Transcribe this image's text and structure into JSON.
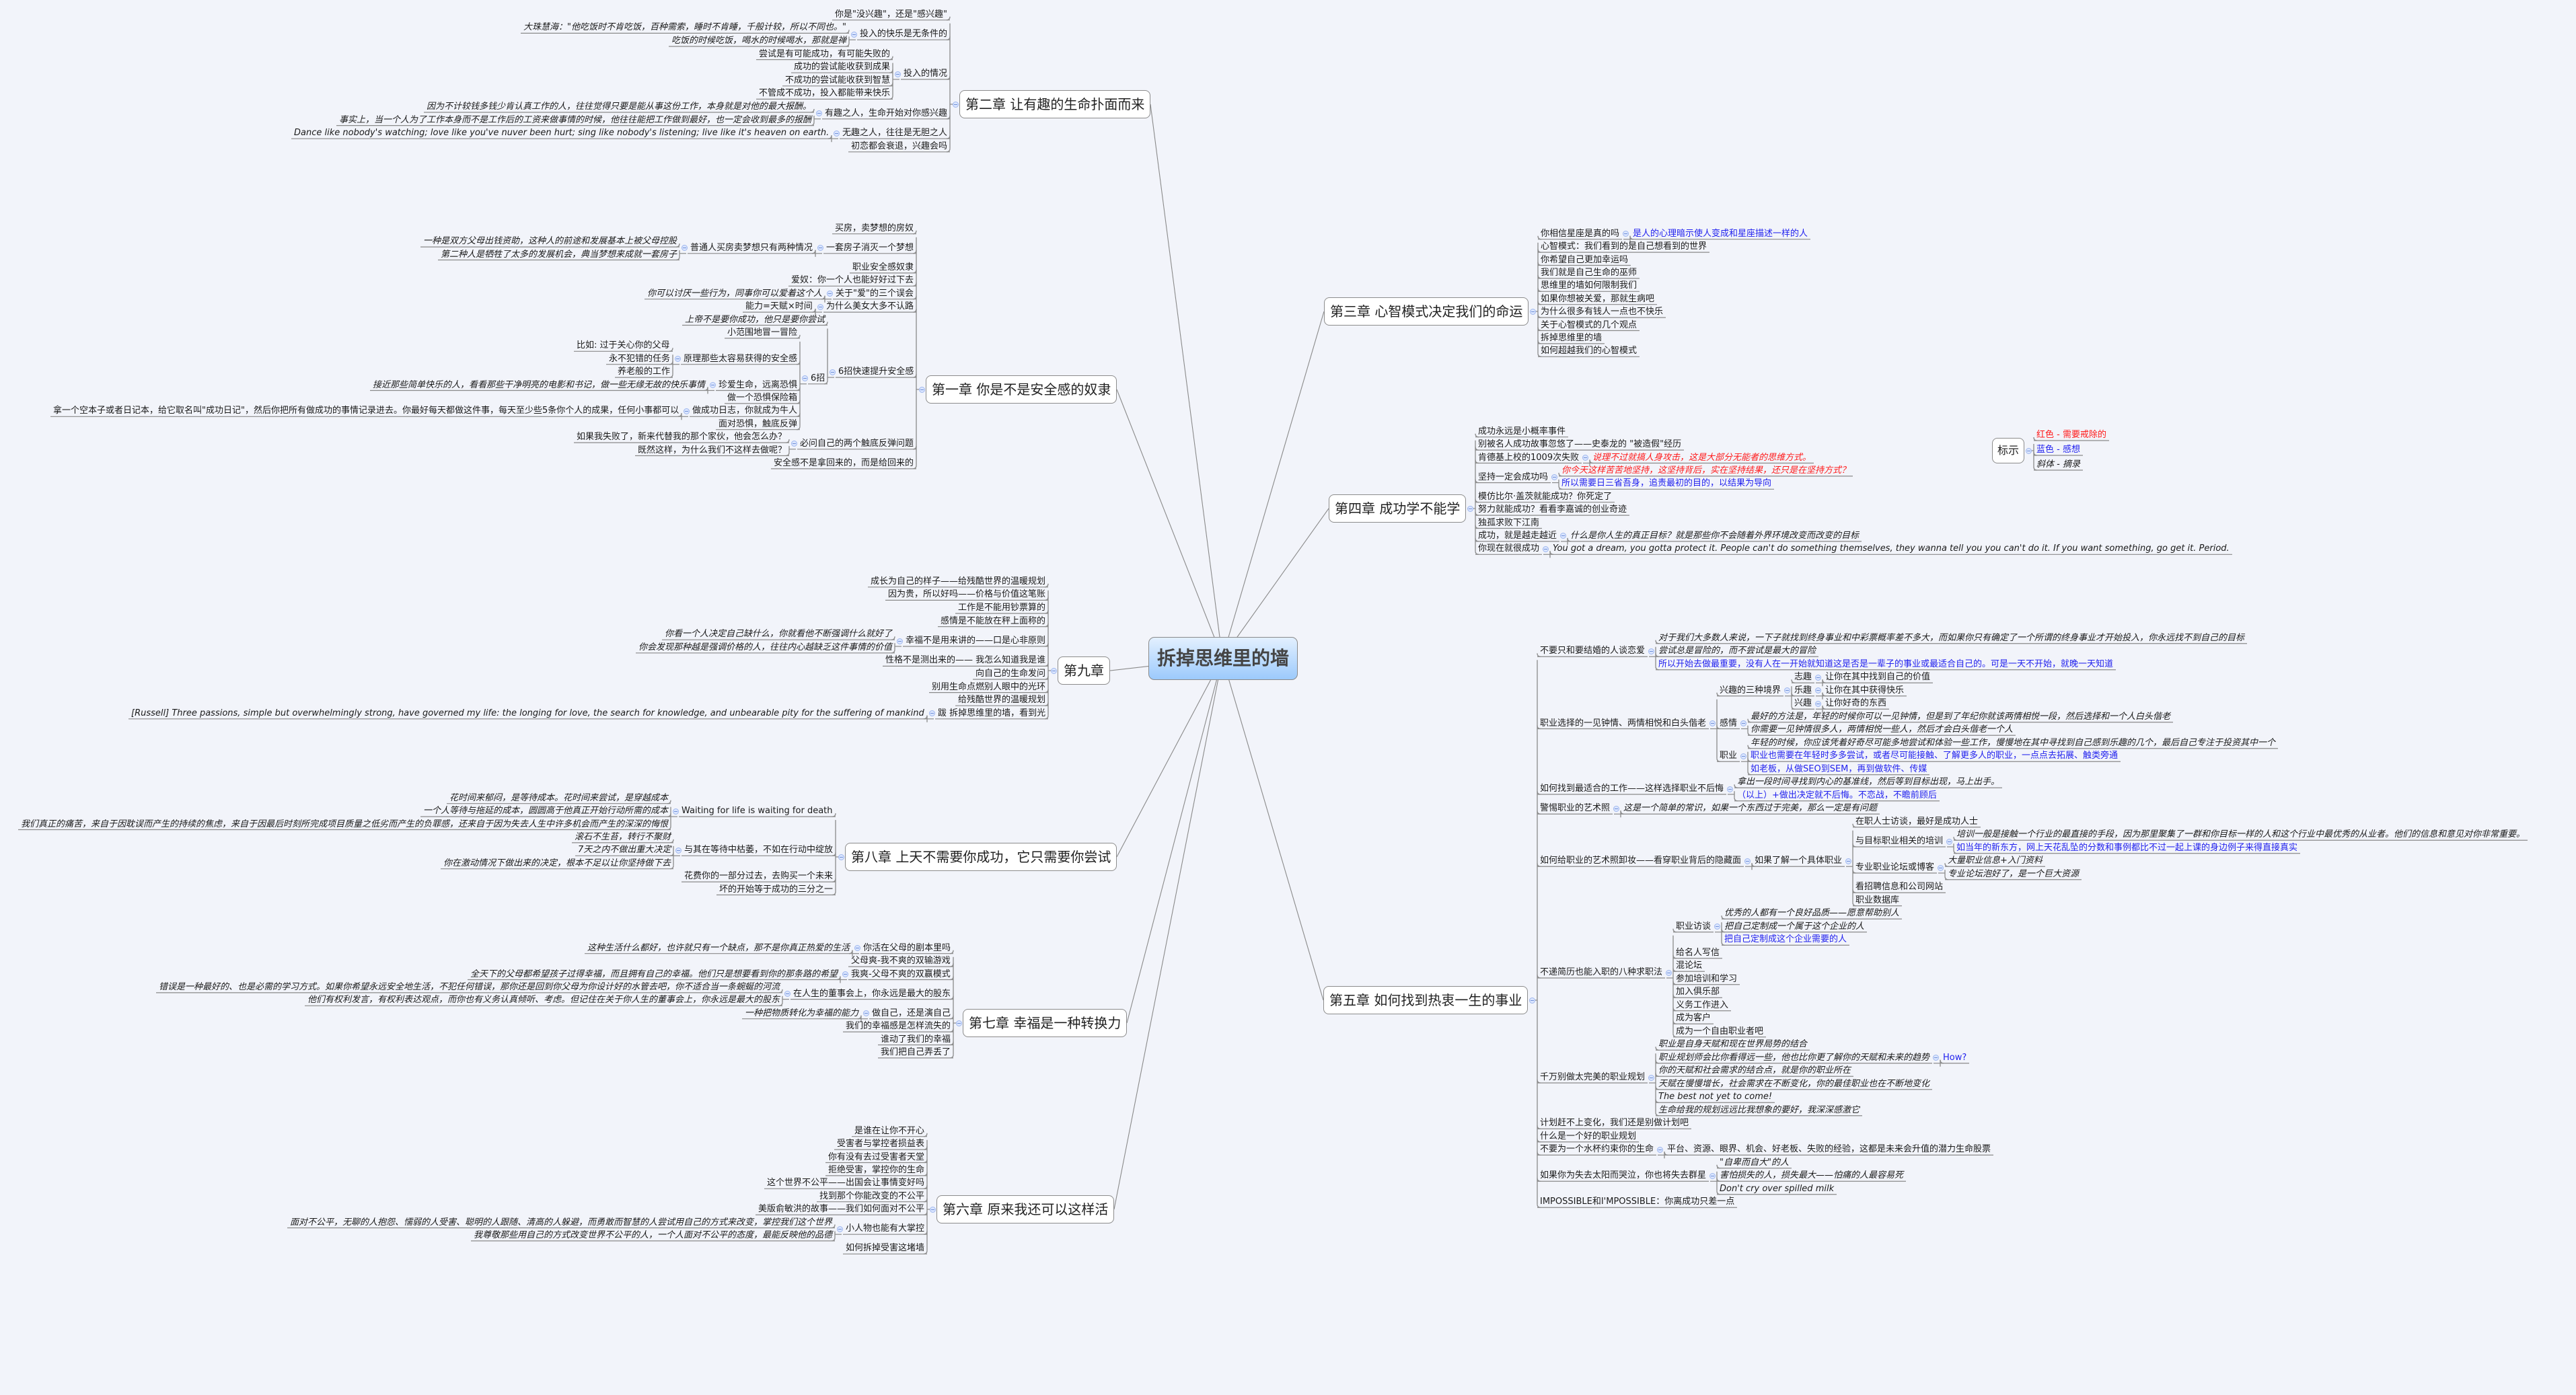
{
  "root": {
    "label": "拆掉思维里的墙"
  },
  "legend": {
    "label": "标示",
    "items": [
      {
        "text": "红色 - 需要戒除的",
        "color": "red"
      },
      {
        "text": "蓝色 - 感想",
        "color": "blue"
      },
      {
        "text": "斜体 - 摘录",
        "italic": true
      }
    ]
  },
  "colors": {
    "red": "#ff1a1a",
    "blue": "#2222ee",
    "root_top": "#e3f0ff",
    "root_bottom": "#9ccafc",
    "background": "#f2f4fa"
  },
  "chapters": {
    "ch2": {
      "label": "第二章 让有趣的生命扑面而来",
      "items": [
        {
          "text": "你是\"没兴趣\"，还是\"感兴趣\""
        },
        {
          "text": "投入的快乐是无条件的",
          "children": [
            {
              "text": "大珠慧海：\"他吃饭时不肯吃饭，百种需索，睡时不肯睡，千般计较，所以不同也。\"",
              "italic": true
            },
            {
              "text": "吃饭的时候吃饭，喝水的时候喝水，那就是禅",
              "italic": true
            }
          ]
        },
        {
          "text": "投入的情况",
          "children": [
            {
              "text": "尝试是有可能成功，有可能失败的"
            },
            {
              "text": "成功的尝试能收获到成果"
            },
            {
              "text": "不成功的尝试能收获到智慧"
            },
            {
              "text": "不管成不成功，投入都能带来快乐"
            }
          ]
        },
        {
          "text": "有趣之人，生命开始对你感兴趣",
          "children": [
            {
              "text": "因为不计较钱多钱少肯认真工作的人，往往觉得只要是能从事这份工作，本身就是对他的最大报酬。",
              "italic": true
            },
            {
              "text": "事实上，当一个人为了工作本身而不是工作后的工资来做事情的时候，他往往能把工作做到最好，也一定会收到最多的报酬",
              "italic": true
            }
          ]
        },
        {
          "text": "无趣之人，往往是无胆之人",
          "children": [
            {
              "text": "Dance like nobody's watching; love like you've nuver been hurt; sing like nobody's listening; live like it's heaven on earth.",
              "italic": true
            }
          ]
        },
        {
          "text": "初恋都会衰退，兴趣会吗"
        }
      ]
    },
    "ch1": {
      "label": "第一章 你是不是安全感的奴隶",
      "items": [
        {
          "text": "买房，卖梦想的房奴"
        },
        {
          "text": "一套房子消灭一个梦想",
          "children": [
            {
              "text": "普通人买房卖梦想只有两种情况",
              "children": [
                {
                  "text": "一种是双方父母出钱资助，这种人的前途和发展基本上被父母控股",
                  "italic": true
                },
                {
                  "text": "第二种人是牺牲了太多的发展机会，典当梦想来成就一套房子",
                  "italic": true
                }
              ]
            }
          ]
        },
        {
          "text": "职业安全感奴隶"
        },
        {
          "text": "爱奴：你一个人也能好好过下去"
        },
        {
          "text": "关于\"爱\"的三个误会",
          "children": [
            {
              "text": "你可以讨厌一些行为，同事你可以爱着这个人",
              "italic": true
            }
          ]
        },
        {
          "text": "为什么美女大多不认路",
          "children": [
            {
              "text": "能力=天赋×时间"
            }
          ]
        },
        {
          "text": "6招快速提升安全感",
          "children": [
            {
              "text": "上帝不是要你成功，他只是要你尝试",
              "italic": true
            },
            {
              "text": "6招",
              "children": [
                {
                  "text": "小范围地冒一冒险"
                },
                {
                  "text": "原理那些太容易获得的安全感",
                  "children": [
                    {
                      "text": "比如: 过于关心你的父母"
                    },
                    {
                      "text": "永不犯错的任务"
                    },
                    {
                      "text": "养老般的工作"
                    }
                  ]
                },
                {
                  "text": "珍爱生命，远离恐惧",
                  "children": [
                    {
                      "text": "接近那些简单快乐的人，看看那些干净明亮的电影和书记，做一些无缘无故的快乐事情",
                      "italic": true
                    }
                  ]
                },
                {
                  "text": "做一个恐惧保险箱"
                },
                {
                  "text": "做成功日志，你就成为牛人",
                  "children": [
                    {
                      "text": "拿一个空本子或者日记本，给它取名叫\"成功日记\"，然后你把所有做成功的事情记录进去。你最好每天都做这件事，每天至少些5条你个人的成果，任何小事都可以"
                    }
                  ]
                },
                {
                  "text": "面对恐惧，触底反弹"
                }
              ]
            }
          ]
        },
        {
          "text": "必问自己的两个触底反弹问题",
          "children": [
            {
              "text": "如果我失败了，新来代替我的那个家伙，他会怎么办？"
            },
            {
              "text": "既然这样，为什么我们不这样去做呢？"
            }
          ]
        },
        {
          "text": "安全感不是拿回来的，而是给回来的"
        }
      ]
    },
    "ch9": {
      "label": "第九章",
      "items": [
        {
          "text": "成长为自己的样子——给残酷世界的温暖规划"
        },
        {
          "text": "因为贵，所以好吗——价格与价值这笔账"
        },
        {
          "text": "工作是不能用钞票算的"
        },
        {
          "text": "感情是不能放在秤上面称的"
        },
        {
          "text": "幸福不是用来讲的——口是心非原则",
          "children": [
            {
              "text": "你看一个人决定自己缺什么，你就看他不断强调什么就好了",
              "italic": true
            },
            {
              "text": "你会发现那种越是强调价格的人，往往内心越缺乏这件事情的价值",
              "italic": true
            }
          ]
        },
        {
          "text": "性格不是测出来的—— 我怎么知道我是谁"
        },
        {
          "text": "向自己的生命发问"
        },
        {
          "text": "别用生命点燃别人眼中的光环"
        },
        {
          "text": "给残酷世界的温暖规划"
        },
        {
          "text": "跋 拆掉思维里的墙，看到光",
          "children": [
            {
              "text": "[Russell] Three passions, simple but overwhelmingly strong, have governed my life: the longing for love, the search for knowledge, and unbearable pity for the suffering of mankind",
              "italic": true
            }
          ]
        }
      ]
    },
    "ch8": {
      "label": "第八章 上天不需要你成功，它只需要你尝试",
      "items": [
        {
          "text": "Waiting for life is waiting for death",
          "children": [
            {
              "text": "花时间来郁闷，是等待成本。花时间来尝试，是穿越成本",
              "italic": true
            },
            {
              "text": "一个人等待与拖延的成本，圆圆高于他真正开始行动所需的成本",
              "italic": true
            },
            {
              "text": "我们真正的痛苦，来自于因耽误而产生的持续的焦虑，来自于因最后时刻所完成项目质量之低劣而产生的负罪感，还来自于因为失去人生中许多机会而产生的深深的悔恨",
              "italic": true
            }
          ]
        },
        {
          "text": "与其在等待中枯萎，不如在行动中绽放",
          "children": [
            {
              "text": "滚石不生苔，转行不聚财",
              "italic": true
            },
            {
              "text": "7天之内不做出重大决定",
              "italic": true
            },
            {
              "text": "你在激动情况下做出来的决定，根本不足以让你坚持做下去",
              "italic": true
            }
          ]
        },
        {
          "text": "花费你的一部分过去，去购买一个未来"
        },
        {
          "text": "坏的开始等于成功的三分之一"
        }
      ]
    },
    "ch7": {
      "label": "第七章 幸福是一种转换力",
      "items": [
        {
          "text": "你活在父母的剧本里吗",
          "children": [
            {
              "text": "这种生活什么都好，也许就只有一个缺点，那不是你真正热爱的生活",
              "italic": true
            }
          ]
        },
        {
          "text": "父母爽-我不爽的双输游戏"
        },
        {
          "text": "我爽-父母不爽的双赢模式",
          "children": [
            {
              "text": "全天下的父母都希望孩子过得幸福，而且拥有自己的幸福。他们只是想要看到你的那条路的希望",
              "italic": true
            }
          ]
        },
        {
          "text": "在人生的董事会上，你永远是最大的股东",
          "children": [
            {
              "text": "错误是一种最好的、也是必需的学习方式。如果你希望永远安全地生活，不犯任何错误，那你还是回到你父母为你设计好的水管去吧，你不适合当一条蜿蜒的河流",
              "italic": true
            },
            {
              "text": "他们有权利发言，有权利表达观点，而你也有义务认真倾听、考虑。但记住在关于你人生的董事会上，你永远是最大的股东",
              "italic": true
            }
          ]
        },
        {
          "text": "做自己，还是演自己",
          "children": [
            {
              "text": "一种把物质转化为幸福的能力",
              "italic": true
            }
          ]
        },
        {
          "text": "我们的幸福感是怎样流失的"
        },
        {
          "text": "谁动了我们的幸福"
        },
        {
          "text": "我们把自己弄丢了"
        }
      ]
    },
    "ch6": {
      "label": "第六章 原来我还可以这样活",
      "items": [
        {
          "text": "是谁在让你不开心"
        },
        {
          "text": "受害者与掌控者损益表"
        },
        {
          "text": "你有没有去过受害者天堂"
        },
        {
          "text": "拒绝受害，掌控你的生命"
        },
        {
          "text": "这个世界不公平——出国会让事情变好吗"
        },
        {
          "text": "找到那个你能改变的不公平"
        },
        {
          "text": "美版俞敏洪的故事——我们如何面对不公平"
        },
        {
          "text": "小人物也能有大掌控",
          "children": [
            {
              "text": "面对不公平，无聊的人抱怨、懦弱的人受害、聪明的人跟随、清高的人躲避，而勇敢而智慧的人尝试用自己的方式来改变，掌控我们这个世界",
              "italic": true
            },
            {
              "text": "我尊敬那些用自己的方式改变世界不公平的人，一个人面对不公平的态度，最能反映他的品德",
              "italic": true
            }
          ]
        },
        {
          "text": "如何拆掉受害这堵墙"
        }
      ]
    },
    "ch3": {
      "label": "第三章 心智模式决定我们的命运",
      "items": [
        {
          "text": "你相信星座是真的吗",
          "children": [
            {
              "text": "是人的心理暗示使人变成和星座描述一样的人",
              "color": "blue"
            }
          ]
        },
        {
          "text": "心智模式：我们看到的是自己想看到的世界"
        },
        {
          "text": "你希望自己更加幸运吗"
        },
        {
          "text": "我们就是自己生命的巫师"
        },
        {
          "text": "思维里的墙如何限制我们"
        },
        {
          "text": "如果你想被关爱，那就生病吧"
        },
        {
          "text": "为什么很多有钱人一点也不快乐"
        },
        {
          "text": "关于心智模式的几个观点"
        },
        {
          "text": "拆掉思维里的墙"
        },
        {
          "text": "如何超越我们的心智模式"
        }
      ]
    },
    "ch4": {
      "label": "第四章 成功学不能学",
      "items": [
        {
          "text": "成功永远是小概率事件"
        },
        {
          "text": "别被名人成功故事忽悠了——史泰龙的 \"被造假\"经历"
        },
        {
          "text": "肯德基上校的1009次失败",
          "children": [
            {
              "text": "说理不过就搞人身攻击，这是大部分无能者的思维方式。",
              "italic": true,
              "color": "red"
            }
          ]
        },
        {
          "text": "坚持一定会成功吗",
          "children": [
            {
              "text": "你今天这样苦苦地坚持，这坚持背后，实在坚持结果，还只是在坚持方式？",
              "italic": true,
              "color": "red"
            },
            {
              "text": "所以需要日三省吾身，追责最初的目的，以结果为导向",
              "color": "blue"
            }
          ]
        },
        {
          "text": "模仿比尔·盖茨就能成功？你死定了"
        },
        {
          "text": "努力就能成功？看看李嘉诚的创业奇迹"
        },
        {
          "text": "独孤求败下江南"
        },
        {
          "text": "成功，就是越走越近",
          "children": [
            {
              "text": "什么是你人生的真正目标？就是那些你不会随着外界环境改变而改变的目标",
              "italic": true
            }
          ]
        },
        {
          "text": "你现在就很成功",
          "children": [
            {
              "text": "You got a dream, you gotta protect it. People can't do something themselves, they wanna tell you you can't do it. If you want something, go get it. Period.",
              "italic": true
            }
          ]
        }
      ]
    },
    "ch5": {
      "label": "第五章 如何找到热衷一生的事业",
      "items": [
        {
          "text": "不要只和要结婚的人谈恋爱",
          "children": [
            {
              "text": "对于我们大多数人来说，一下子就找到终身事业和中彩票概率差不多大，而如果你只有确定了一个所谓的终身事业才开始投入，你永远找不到自己的目标",
              "italic": true
            },
            {
              "text": "尝试总是冒险的，而不尝试是最大的冒险",
              "italic": true
            },
            {
              "text": "所以开始去做最重要，没有人在一开始就知道这是否是一辈子的事业或最适合自己的。可是一天不开始，就晚一天知道",
              "color": "blue"
            }
          ]
        },
        {
          "text": "职业选择的一见钟情、两情相悦和白头偕老",
          "children": [
            {
              "text": "兴趣的三种境界",
              "children": [
                {
                  "text": "志趣",
                  "children": [
                    {
                      "text": "让你在其中找到自己的价值"
                    }
                  ]
                },
                {
                  "text": "乐趣",
                  "children": [
                    {
                      "text": "让你在其中获得快乐"
                    }
                  ]
                },
                {
                  "text": "兴趣",
                  "children": [
                    {
                      "text": "让你好奇的东西"
                    }
                  ]
                }
              ]
            },
            {
              "text": "感情",
              "children": [
                {
                  "text": "最好的方法是，年轻的时候你可以一见钟情，但是到了年纪你就该两情相悦一段，然后选择和一个人白头偕老",
                  "italic": true
                },
                {
                  "text": "你需要一见钟情很多人，两情相悦一些人，然后才会白头偕老一个人",
                  "italic": true
                }
              ]
            },
            {
              "text": "职业",
              "children": [
                {
                  "text": "年轻的时候，你应该凭着好奇尽可能多地尝试和体验一些工作，慢慢地在其中寻找到自己感到乐趣的几个，最后自己专注于投资其中一个",
                  "italic": true
                },
                {
                  "text": "职业也需要在年轻时多多尝试，或者尽可能接触、了解更多人的职业，一点点去拓展、触类旁通",
                  "color": "blue"
                },
                {
                  "text": "如老板，从做SEO到SEM，再到做软件、传媒",
                  "color": "blue"
                }
              ]
            }
          ]
        },
        {
          "text": "如何找到最适合的工作——这样选择职业不后悔",
          "children": [
            {
              "text": "拿出一段时间寻找到内心的基准线，然后等到目标出现，马上出手。",
              "italic": true
            },
            {
              "text": "（以上）+做出决定就不后悔。不恋战，不瞻前顾后",
              "color": "blue"
            }
          ]
        },
        {
          "text": "警惕职业的艺术照",
          "children": [
            {
              "text": "这是一个简单的常识，如果一个东西过于完美，那么一定是有问题",
              "italic": true
            }
          ]
        },
        {
          "text": "如何给职业的艺术照卸妆——看穿职业背后的隐藏面",
          "children": [
            {
              "text": "如果了解一个具体职业",
              "children": [
                {
                  "text": "在职人士访谈，最好是成功人士"
                },
                {
                  "text": "与目标职业相关的培训",
                  "children": [
                    {
                      "text": "培训一般是接触一个行业的最直接的手段，因为那里聚集了一群和你目标一样的人和这个行业中最优秀的从业者。他们的信息和意见对你非常重要。",
                      "italic": true
                    },
                    {
                      "text": "如当年的新东方，网上天花乱坠的分数和事例都比不过一起上课的身边例子来得直接真实",
                      "color": "blue"
                    }
                  ]
                },
                {
                  "text": "专业职业论坛或博客",
                  "children": [
                    {
                      "text": "大量职业信息+入门资料",
                      "italic": true
                    },
                    {
                      "text": "专业论坛泡好了，是一个巨大资源",
                      "italic": true
                    }
                  ]
                },
                {
                  "text": "看招聘信息和公司网站"
                },
                {
                  "text": "职业数据库"
                }
              ]
            }
          ]
        },
        {
          "text": "不递简历也能入职的八种求职法",
          "children": [
            {
              "text": "职业访谈",
              "children": [
                {
                  "text": "优秀的人都有一个良好品质——愿意帮助别人",
                  "italic": true
                },
                {
                  "text": "把自己定制成一个属于这个企业的人",
                  "italic": true
                },
                {
                  "text": "把自己定制成这个企业需要的人",
                  "color": "blue"
                }
              ]
            },
            {
              "text": "给名人写信"
            },
            {
              "text": "混论坛"
            },
            {
              "text": "参加培训和学习"
            },
            {
              "text": "加入俱乐部"
            },
            {
              "text": "义务工作进入"
            },
            {
              "text": "成为客户"
            },
            {
              "text": "成为一个自由职业者吧"
            }
          ]
        },
        {
          "text": "千万别做太完美的职业规划",
          "children": [
            {
              "text": "职业是自身天赋和现在世界局势的结合",
              "italic": true
            },
            {
              "text": "职业规划师会比你看得远一些，他也比你更了解你的天赋和未来的趋势",
              "italic": true,
              "children": [
                {
                  "text": "How?",
                  "color": "blue"
                }
              ]
            },
            {
              "text": "你的天赋和社会需求的结合点，就是你的职业所在",
              "italic": true
            },
            {
              "text": "天赋在慢慢增长，社会需求在不断变化，你的最佳职业也在不断地变化",
              "italic": true
            },
            {
              "text": "The best not yet to come!",
              "italic": true
            },
            {
              "text": "生命给我的规划远远比我想象的要好，我深深感激它",
              "italic": true
            }
          ]
        },
        {
          "text": "计划赶不上变化，我们还是别做计划吧"
        },
        {
          "text": "什么是一个好的职业规划"
        },
        {
          "text": "不要为一个水杯约束你的生命",
          "children": [
            {
              "text": "平台、资源、眼界、机会、好老板、失败的经验，这都是未来会升值的潜力生命股票"
            }
          ]
        },
        {
          "text": "如果你为失去太阳而哭泣，你也将失去群星",
          "children": [
            {
              "text": "\"自卑而自大\"的人",
              "italic": true
            },
            {
              "text": "害怕损失的人，损失最大——怕痛的人最容易死",
              "italic": true
            },
            {
              "text": "Don't cry over spilled milk",
              "italic": true
            }
          ]
        },
        {
          "text": "IMPOSSIBLE和I'MPOSSIBLE：你离成功只差一点"
        }
      ]
    }
  }
}
